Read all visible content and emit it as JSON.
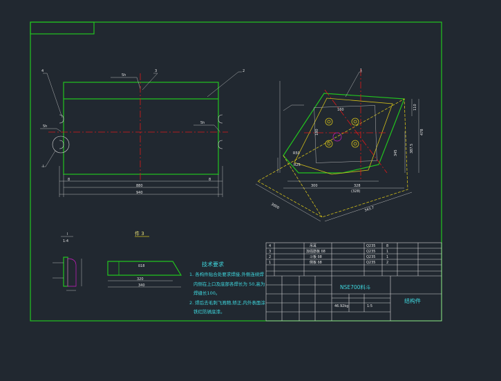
{
  "drawing": {
    "title_block": {
      "product_name": "NSE700料斗",
      "part_name": "结构件",
      "scale_value": "1:5",
      "weight_value": "46.92kg"
    },
    "parts_list": [
      {
        "no": "4",
        "name": "吊耳",
        "material": "Q235",
        "qty": "8"
      },
      {
        "no": "3",
        "name": "加强筋板 δ8",
        "material": "Q235",
        "qty": "1"
      },
      {
        "no": "2",
        "name": "斗板 δ8",
        "material": "Q235",
        "qty": "1"
      },
      {
        "no": "1",
        "name": "侧板 δ8",
        "material": "Q235",
        "qty": "2"
      }
    ],
    "tech_requirements": {
      "title": "技术要求",
      "line1": "1. 各构件贴合处要求焊接,外侧连续焊",
      "line2": "内侧在上口及底部各焊长为 50,高为",
      "line3": "焊缝长100。",
      "line4": "2. 焊后去毛刺飞溅物,矫正,内外表面涂",
      "line5": "铁红防锈底漆。"
    },
    "detail_label": "I",
    "detail_scale": "1:4",
    "part3_label": "件 3",
    "part3_dims": {
      "length1": "320",
      "length2": "340",
      "thickness": "δ18"
    },
    "front_view": {
      "dim_inner": "880",
      "dim_outer": "940",
      "dim_left": "8",
      "dim_right": "8",
      "weld_label_top": "5h",
      "weld_label_left": "5h",
      "weld_label_right": "5h",
      "callouts": [
        "4",
        "3",
        "2",
        "I"
      ]
    },
    "side_view": {
      "callout": "1",
      "dims": [
        "160",
        "R50",
        "R25",
        "180",
        "300",
        "328",
        "(328)",
        "110",
        "478",
        "387.5",
        "345",
        "3800",
        "343.7"
      ]
    }
  }
}
